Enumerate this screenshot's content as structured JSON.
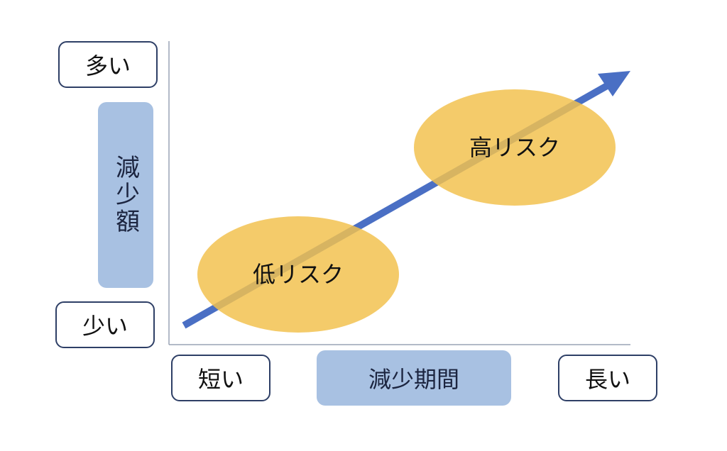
{
  "y_axis": {
    "top_label": "多い",
    "title": "減少額",
    "bottom_label": "少い"
  },
  "x_axis": {
    "left_label": "短い",
    "title": "減少期間",
    "right_label": "長い"
  },
  "zones": [
    {
      "label": "低リスク"
    },
    {
      "label": "高リスク"
    }
  ],
  "colors": {
    "arrow": "#4a6fc4",
    "zone_fill": "#f2c14e",
    "axis_title_fill": "#a8c1e2",
    "box_border": "#2e3f66"
  }
}
